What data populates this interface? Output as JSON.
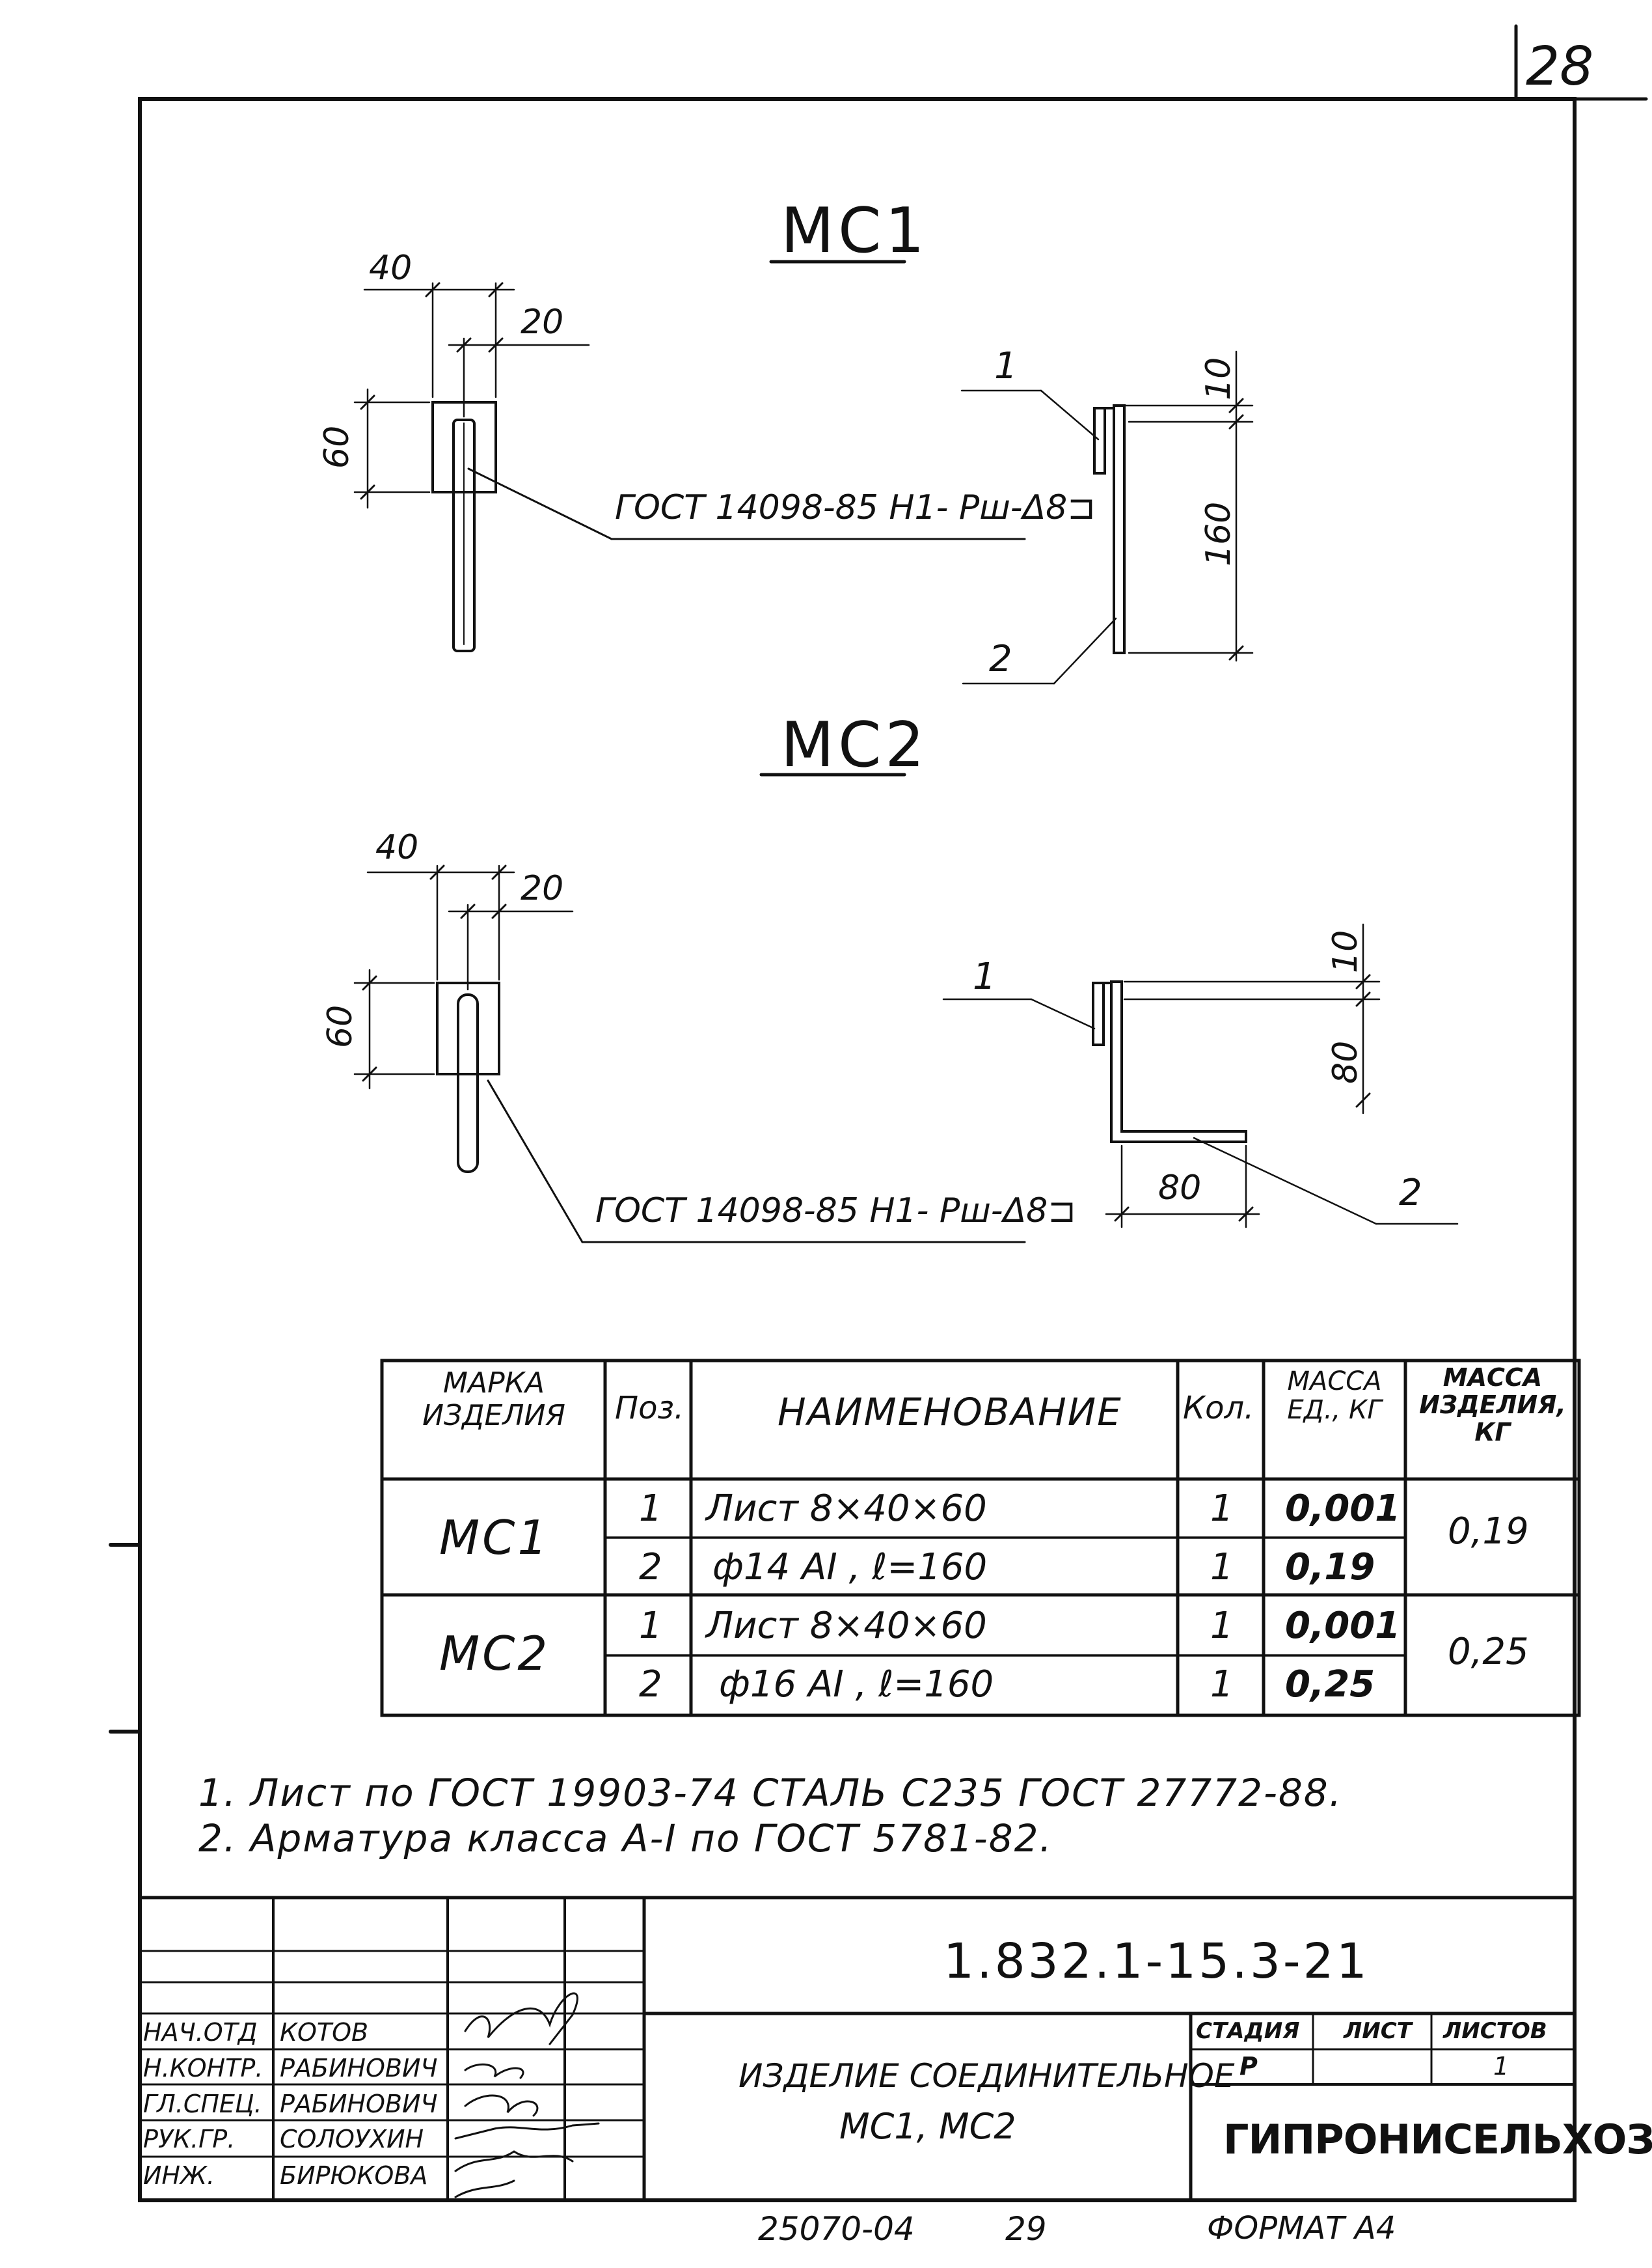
{
  "sheet_number": "28",
  "mc1": {
    "title": "МС1",
    "dims": {
      "d40": "40",
      "d20": "20",
      "d60": "60",
      "d10": "10",
      "d160": "160"
    },
    "callout_1": "1",
    "callout_2": "2",
    "gost_label": "ГОСТ 14098-85 Н1- Рш-Δ8⊐"
  },
  "mc2": {
    "title": "МС2",
    "dims": {
      "d40": "40",
      "d20": "20",
      "d60": "60",
      "d10": "10",
      "d80v": "80",
      "d80h": "80"
    },
    "callout_1": "1",
    "callout_2": "2",
    "gost_label": "ГОСТ 14098-85 Н1- Рш-Δ8⊐"
  },
  "table": {
    "headers": {
      "mark": "МАРКА ИЗДЕЛИЯ",
      "pos": "Поз.",
      "name": "НАИМЕНОВАНИЕ",
      "qty": "Кол.",
      "unit_mass": "МАССА ЕД., КГ",
      "item_mass": "МАССА ИЗДЕЛИЯ, КГ"
    },
    "groups": [
      {
        "mark": "МС1",
        "item_mass": "0,19",
        "rows": [
          {
            "pos": "1",
            "name": "Лист 8×40×60",
            "qty": "1",
            "unit_mass": "0,001"
          },
          {
            "pos": "2",
            "name": "ф14 АI , ℓ=160",
            "qty": "1",
            "unit_mass": "0,19"
          }
        ]
      },
      {
        "mark": "МС2",
        "item_mass": "0,25",
        "rows": [
          {
            "pos": "1",
            "name": "Лист 8×40×60",
            "qty": "1",
            "unit_mass": "0,001"
          },
          {
            "pos": "2",
            "name": "ф16 АI , ℓ=160",
            "qty": "1",
            "unit_mass": "0,25"
          }
        ]
      }
    ]
  },
  "notes": [
    "1. Лист по ГОСТ 19903-74 СТАЛЬ С235 ГОСТ 27772-88.",
    "2. Арматура класса А-I по ГОСТ 5781-82."
  ],
  "title_block": {
    "doc_code": "1.832.1-15.3-21",
    "roles": [
      "НАЧ.ОТД",
      "Н.КОНТР.",
      "ГЛ.СПЕЦ.",
      "РУК.ГР.",
      "ИНЖ."
    ],
    "names": [
      "КОТОВ",
      "РАБИНОВИЧ",
      "РАБИНОВИЧ",
      "СОЛОУХИН",
      "БИРЮКОВА"
    ],
    "description_line1": "ИЗДЕЛИЕ СОЕДИНИТЕЛЬНОЕ",
    "description_line2": "МС1, МС2",
    "stage_header": "СТАДИЯ",
    "sheet_header": "ЛИСТ",
    "sheets_header": "ЛИСТОВ",
    "stage_value": "Р",
    "sheet_value": "",
    "sheets_value": "1",
    "organization": "ГИПРОНИСЕЛЬХОЗ"
  },
  "footer": {
    "inventory": "25070-04",
    "page": "29",
    "format": "ФОРМАТ А4"
  }
}
